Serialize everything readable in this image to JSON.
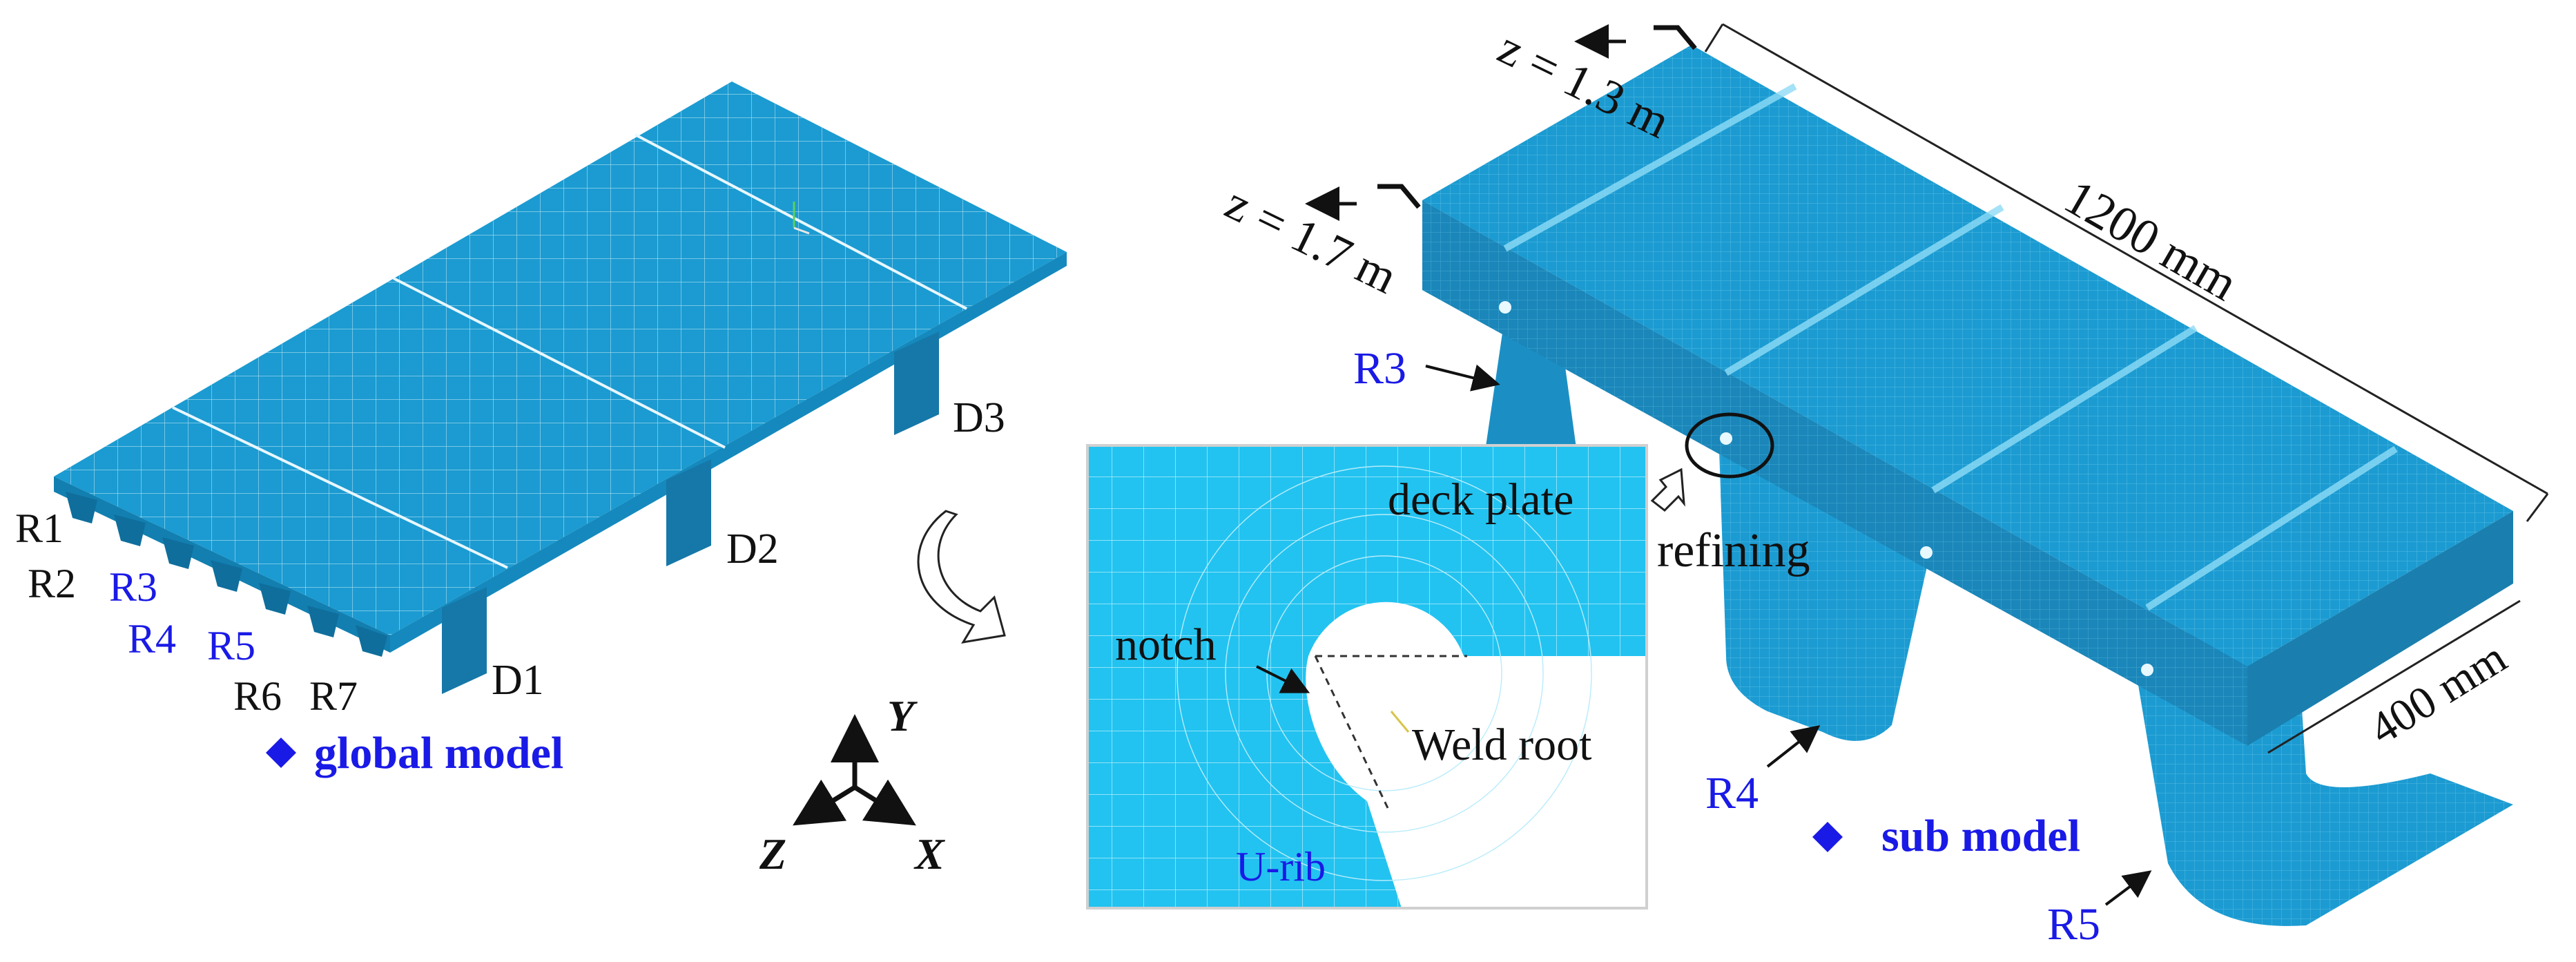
{
  "global_model": {
    "rib_labels": [
      "R1",
      "R2",
      "R3",
      "R4",
      "R5",
      "R6",
      "R7"
    ],
    "diaphragm_labels": [
      "D1",
      "D2",
      "D3"
    ],
    "title": "global model"
  },
  "sub_model": {
    "title": "sub model",
    "section_near": "z = 1.7 m",
    "section_far": "z = 1.3 m",
    "length_dim": "1200 mm",
    "width_dim": "400 mm",
    "rib_labels": [
      "R3",
      "R4",
      "R5"
    ],
    "refining": "refining"
  },
  "detail": {
    "deck_plate": "deck plate",
    "notch": "notch",
    "weld_root": "Weld root",
    "u_rib": "U-rib"
  },
  "axes": {
    "y": "Y",
    "z": "Z",
    "x": "X"
  },
  "colors": {
    "mesh_blue": "#1b9bd1",
    "detail_blue": "#22c3f0",
    "label_blue": "#1a1ae6"
  }
}
